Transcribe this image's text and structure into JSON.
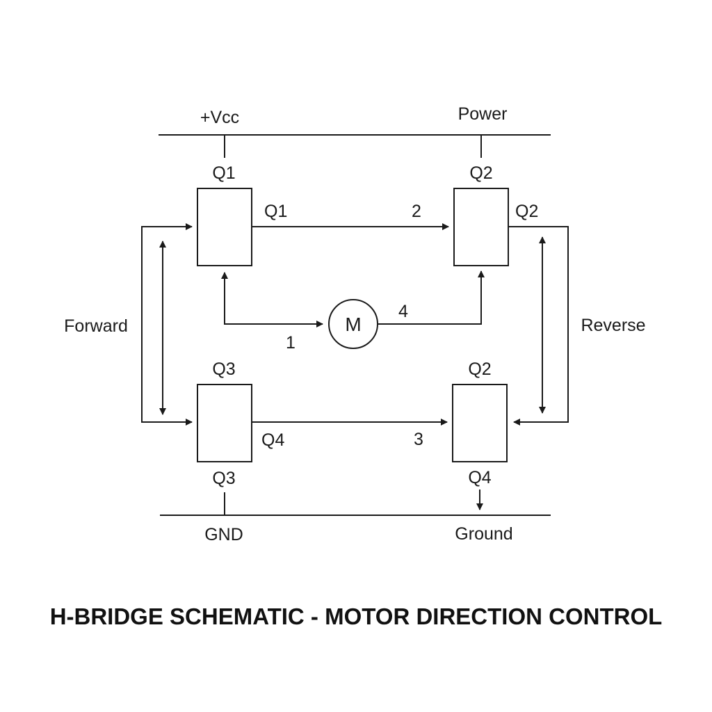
{
  "title": "H-BRIDGE SCHEMATIC - MOTOR DIRECTION CONTROL",
  "rails": {
    "top_left": "+Vcc",
    "top_right": "Power",
    "bottom_left": "GND",
    "bottom_right": "Ground"
  },
  "transistors": {
    "top_left": {
      "above": "Q1",
      "side": "Q1"
    },
    "top_right": {
      "above": "Q2",
      "side": "Q2"
    },
    "bottom_left": {
      "above": "Q3",
      "side": "Q4",
      "below": "Q3"
    },
    "bottom_right": {
      "above": "Q2",
      "below": "Q4"
    }
  },
  "motor": {
    "letter": "M"
  },
  "paths": {
    "n1": "1",
    "n2": "2",
    "n3": "3",
    "n4": "4"
  },
  "directions": {
    "left": "Forward",
    "right": "Reverse"
  },
  "colors": {
    "line": "#1a1a1a",
    "text": "#1a1a1a",
    "background": "#ffffff"
  }
}
